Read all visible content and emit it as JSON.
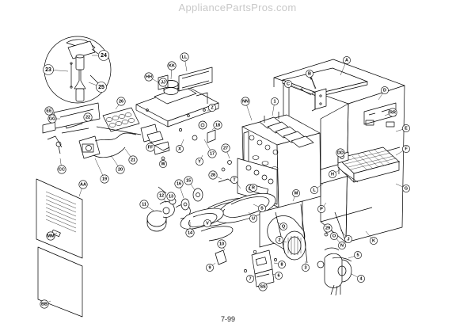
{
  "header": {
    "site_title": "AppliancePartsPros.com"
  },
  "footer": {
    "page_number": "7-99"
  },
  "callouts": {
    "A": "A",
    "B": "B",
    "C": "C",
    "D": "D",
    "E": "E",
    "F": "F",
    "G": "G",
    "H": "H",
    "J": "J",
    "K": "K",
    "L": "L",
    "M": "M",
    "N": "N",
    "O": "O",
    "P": "P",
    "Q": "Q",
    "R": "R",
    "S": "S",
    "T": "T",
    "U": "U",
    "V": "V",
    "W": "W",
    "X": "X",
    "Y": "Y",
    "Z": "Z",
    "AA": "AA",
    "BB": "BB",
    "CC": "CC",
    "DD": "DD",
    "EE": "EE",
    "FF": "FF",
    "GG": "GG",
    "HH": "HH",
    "JJ": "JJ",
    "KK": "KK",
    "LL": "LL",
    "MM": "MM",
    "NN": "NN",
    "RR": "RR",
    "SS": "SS",
    "n1": "1",
    "n2": "2",
    "n3": "3",
    "n4": "4",
    "n5": "5",
    "n6": "6",
    "n7": "7",
    "n8": "8",
    "n9": "9",
    "n10": "10",
    "n11": "11",
    "n12": "12",
    "n13": "13",
    "n14": "14",
    "n15": "15",
    "n16": "16",
    "n17": "17",
    "n18": "18",
    "n19": "19",
    "n20": "20",
    "n21": "21",
    "n22": "22",
    "n23": "23",
    "n24": "24",
    "n25": "25",
    "n26": "26",
    "n27": "27",
    "n28": "28",
    "n29": "29"
  }
}
